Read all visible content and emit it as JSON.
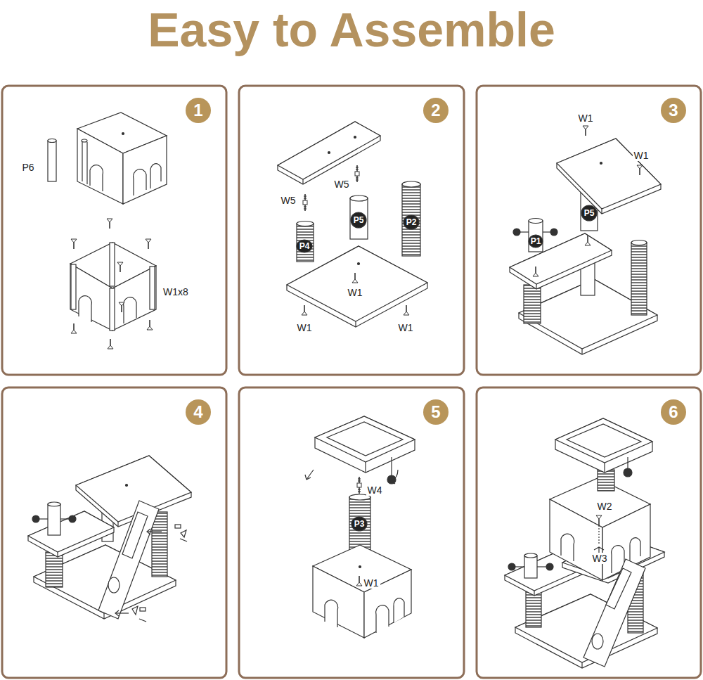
{
  "diagram": {
    "title": "Easy to Assemble",
    "nodes": [
      {
        "text": [
          "1"
        ]
      },
      {
        "text": [
          "2"
        ]
      },
      {
        "text": [
          "3"
        ]
      },
      {
        "text": [
          "4"
        ]
      },
      {
        "text": [
          "5"
        ]
      },
      {
        "text": [
          "6"
        ]
      }
    ],
    "labels": [
      "P6",
      "W1x8",
      "W5",
      "W5",
      "P5",
      "P2",
      "P4",
      "W1",
      "W1",
      "W1",
      "W1",
      "W1",
      "P5",
      "P1",
      "W4",
      "P3",
      "W1",
      "W2",
      "W3"
    ]
  }
}
